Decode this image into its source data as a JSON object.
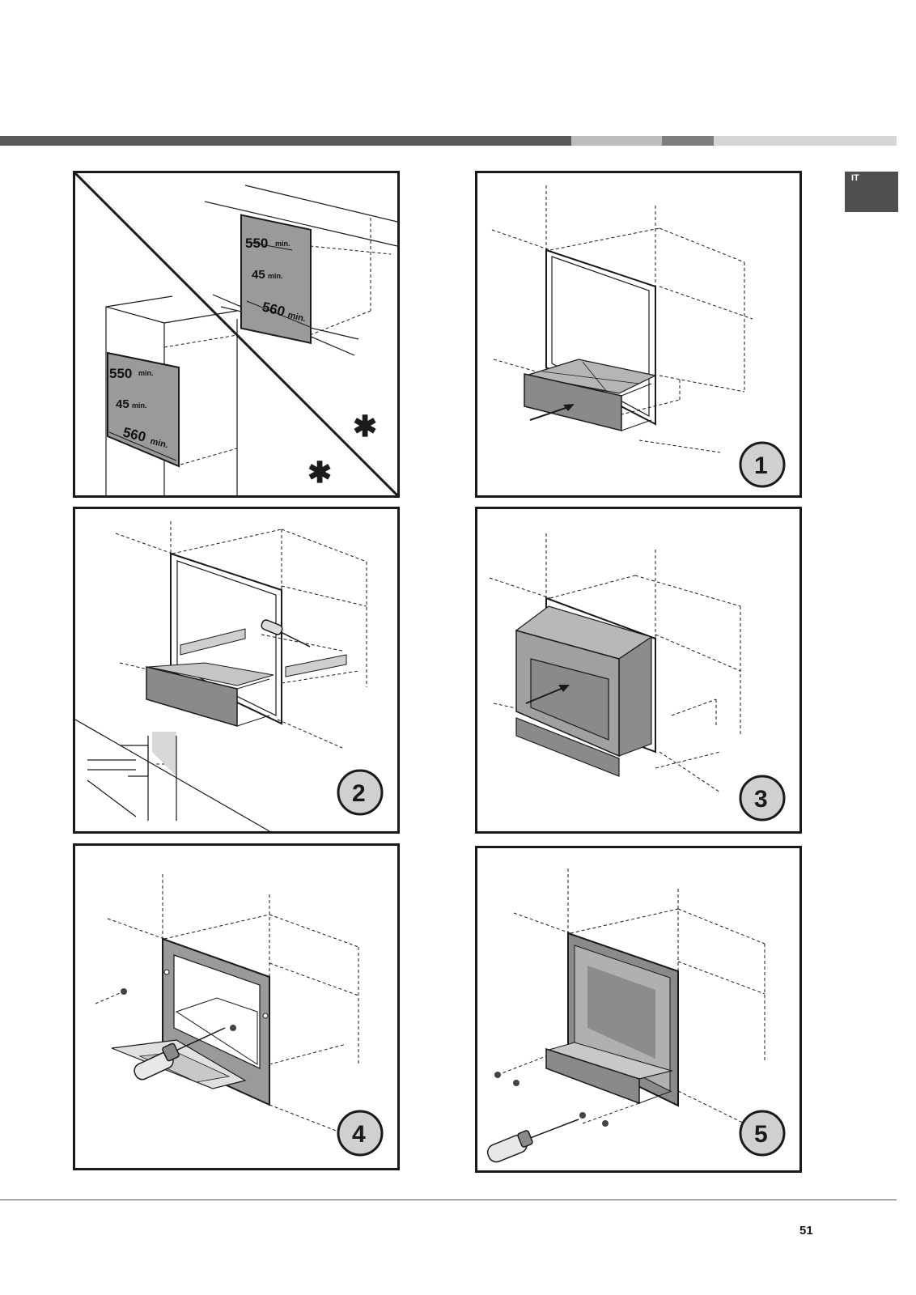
{
  "header": {
    "bar_colors": [
      "#5a5a5a",
      "#bdbdbd",
      "#7d7d7d",
      "#d6d6d6"
    ],
    "lang_tab_label": "IT"
  },
  "panels": {
    "dimensions": {
      "upper": {
        "width_label": "550",
        "width_unit": "min.",
        "gap_label": "45",
        "gap_unit": "min.",
        "depth_label": "560",
        "depth_unit": "min."
      },
      "lower": {
        "width_label": "550",
        "width_unit": "min.",
        "gap_label": "45",
        "gap_unit": "min.",
        "depth_label": "560",
        "depth_unit": "min."
      },
      "marker": "✱"
    },
    "steps": [
      "1",
      "2",
      "3",
      "4",
      "5"
    ]
  },
  "footer": {
    "page_number": "51"
  },
  "colors": {
    "appliance_gray": "#9a9a9a",
    "dark_gray": "#6e6e6e",
    "line": "#1a1a1a"
  }
}
